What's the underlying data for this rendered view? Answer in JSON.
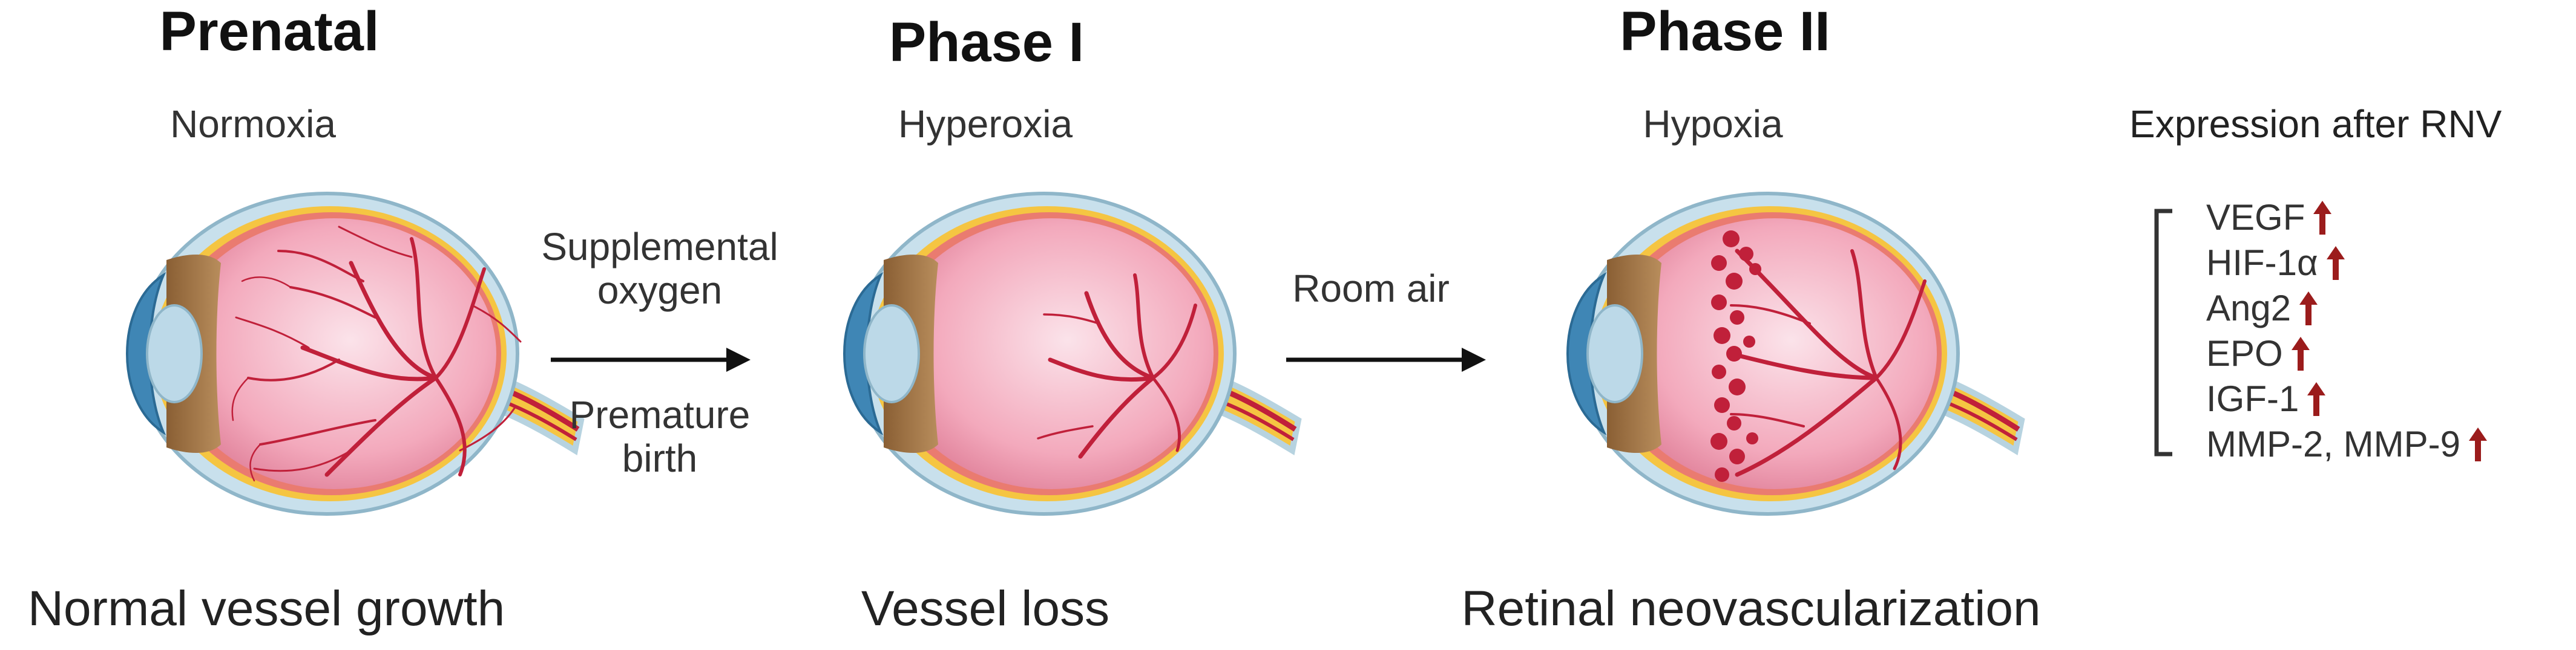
{
  "stages": [
    {
      "phase": "Prenatal",
      "condition": "Normoxia",
      "outcome": "Normal vessel growth"
    },
    {
      "phase": "Phase I",
      "condition": "Hyperoxia",
      "outcome": "Vessel loss"
    },
    {
      "phase": "Phase II",
      "condition": "Hypoxia",
      "outcome": "Retinal neovascularization"
    }
  ],
  "transitions": [
    {
      "above": "Supplemental\noxygen",
      "below": "Premature\nbirth"
    },
    {
      "above": "Room air",
      "below": ""
    }
  ],
  "expression": {
    "title": "Expression after RNV",
    "items": [
      "VEGF",
      "HIF-1α",
      "Ang2",
      "EPO",
      "IGF-1",
      "MMP-2, MMP-9"
    ],
    "arrow_color": "#9b1c1c"
  },
  "colors": {
    "sclera": "#a9cfe0",
    "retina_pink": "#f2a9bc",
    "vessel": "#c0203a",
    "choroid": "#f5c542",
    "iris": "#a4784a",
    "lens": "#bcd9e8"
  },
  "icons": {
    "eye": "eye-cross-section-icon",
    "arrow": "arrow-right-icon",
    "up": "arrow-up-icon"
  }
}
